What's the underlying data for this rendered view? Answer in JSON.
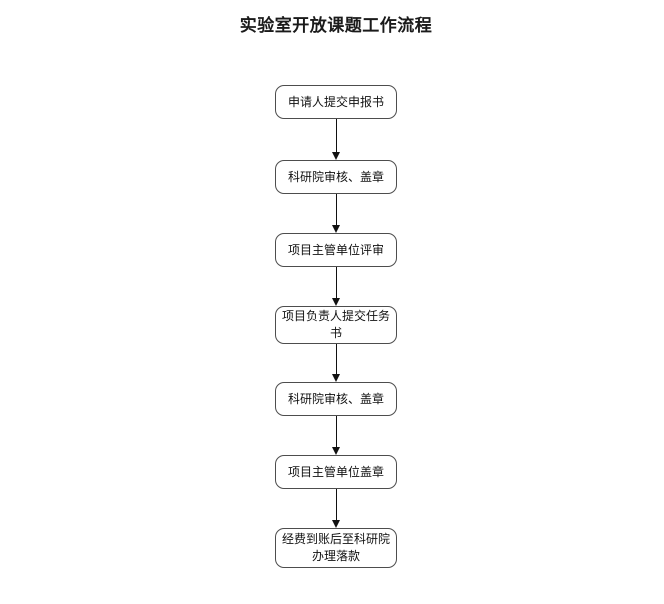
{
  "title": "实验室开放课题工作流程",
  "flow": {
    "steps": [
      {
        "label": "申请人提交申报书"
      },
      {
        "label": "科研院审核、盖章"
      },
      {
        "label": "项目主管单位评审"
      },
      {
        "label": "项目负责人提交任务\n书"
      },
      {
        "label": "科研院审核、盖章"
      },
      {
        "label": "项目主管单位盖章"
      },
      {
        "label": "经费到账后至科研院\n办理落款"
      }
    ]
  },
  "colors": {
    "background": "#ffffff",
    "box_border": "#4d4d4d",
    "box_fill": "#ffffff",
    "text": "#111111",
    "arrow": "#111111"
  }
}
